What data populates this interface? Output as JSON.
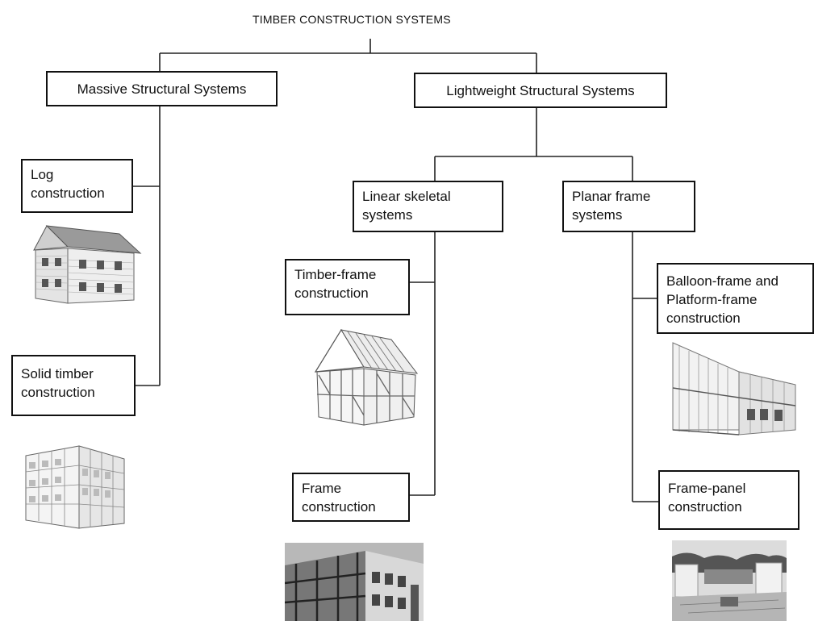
{
  "title": "TIMBER CONSTRUCTION SYSTEMS",
  "nodes": {
    "massive": "Massive Structural Systems",
    "lightweight": "Lightweight Structural Systems",
    "log": "Log\nconstruction",
    "solid": "Solid timber\nconstruction",
    "linear": "Linear skeletal\nsystems",
    "planar": "Planar frame\nsystems",
    "timber_frame": "Timber-frame\nconstruction",
    "frame": "Frame\nconstruction",
    "balloon": "Balloon-frame and\nPlatform-frame\nconstruction",
    "frame_panel": "Frame-panel\nconstruction"
  }
}
